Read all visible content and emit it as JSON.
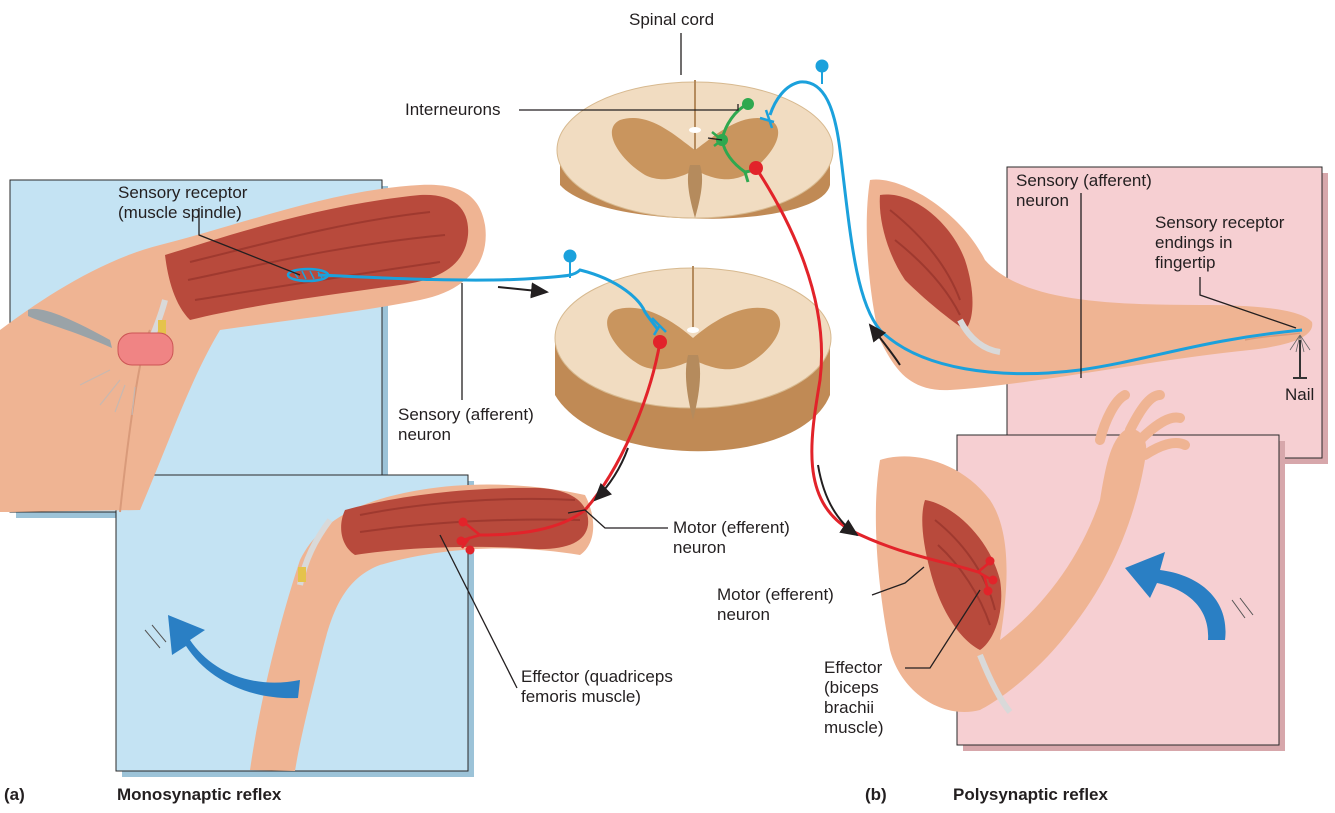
{
  "labels": {
    "spinal_cord": "Spinal cord",
    "interneurons": "Interneurons",
    "sensory_receptor_spindle": "Sensory receptor\n(muscle spindle)",
    "sensory_neuron_a": "Sensory (afferent)\nneuron",
    "motor_neuron_a": "Motor (efferent)\nneuron",
    "effector_a": "Effector (quadriceps\nfemoris muscle)",
    "sensory_neuron_b": "Sensory (afferent)\nneuron",
    "sensory_receptor_fingertip": "Sensory receptor\nendings in\nfingertip",
    "nail": "Nail",
    "motor_neuron_b": "Motor (efferent)\nneuron",
    "effector_b": "Effector\n(biceps\nbrachii\nmuscle)"
  },
  "captions": {
    "a_letter": "(a)",
    "a_title": "Monosynaptic reflex",
    "b_letter": "(b)",
    "b_title": "Polysynaptic reflex"
  },
  "colors": {
    "panel_a": "#c4e3f3",
    "panel_b": "#f6cfd2",
    "sensory_neuron": "#1ba1dc",
    "motor_neuron": "#e2232a",
    "interneuron": "#2fa84f",
    "gray_matter": "#c9955e",
    "white_matter": "#f1dcc1",
    "movement_arrow": "#2a7fc4",
    "muscle": "#b84a3c",
    "skin": "#efb493"
  }
}
